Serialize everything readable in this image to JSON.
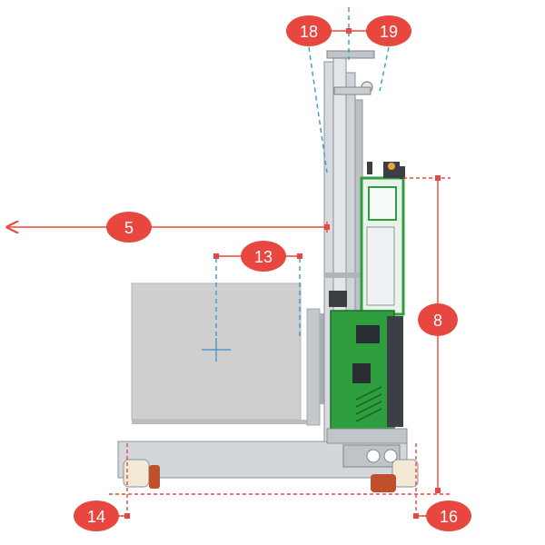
{
  "diagram": {
    "callouts": {
      "c5": "5",
      "c8": "8",
      "c13": "13",
      "c14": "14",
      "c16": "16",
      "c18": "18",
      "c19": "19"
    },
    "colors": {
      "dimension_line": "#e8473f",
      "dashed_guide": "#3aa3c8",
      "badge_fill": "#e8473f",
      "body_green": "#2e9e3f",
      "frame_gray": "#c9cdd1",
      "load_gray": "#cfcfcf"
    }
  }
}
